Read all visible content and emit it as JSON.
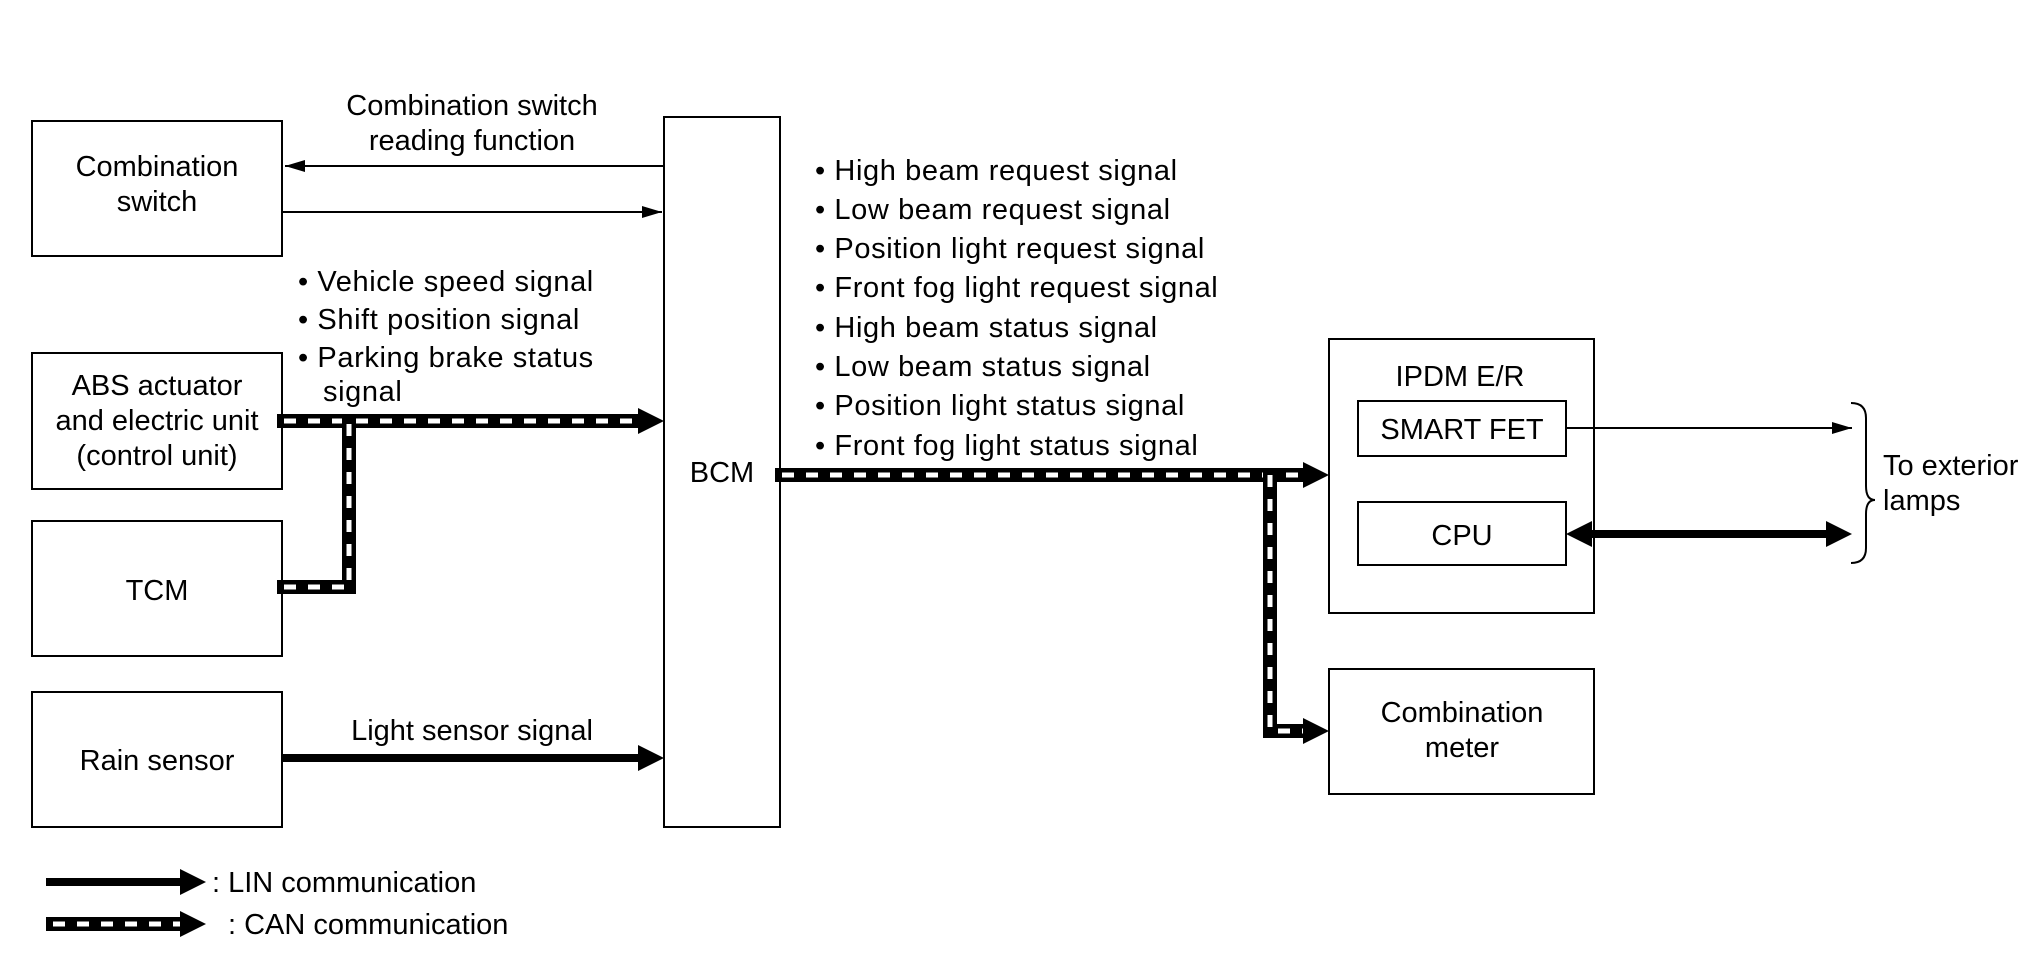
{
  "blocks": {
    "combination_switch": [
      "Combination",
      "switch"
    ],
    "abs": [
      "ABS actuator",
      "and electric unit",
      "(control unit)"
    ],
    "tcm": "TCM",
    "rain_sensor": "Rain sensor",
    "bcm": "BCM",
    "ipdm": "IPDM E/R",
    "smart_fet": "SMART FET",
    "cpu": "CPU",
    "combination_meter": [
      "Combination",
      "meter"
    ]
  },
  "labels": {
    "reading_function": [
      "Combination switch",
      "reading function"
    ],
    "light_sensor_signal": "Light sensor signal",
    "exterior_lamps": [
      "To exterior",
      "lamps"
    ]
  },
  "abs_signals": [
    "Vehicle speed signal",
    "Shift position signal",
    "Parking brake status",
    "signal"
  ],
  "bcm_signals": [
    "High beam request signal",
    "Low beam request signal",
    "Position light request signal",
    "Front fog light request signal",
    "High beam status signal",
    "Low beam status signal",
    "Position light status signal",
    "Front fog light status signal"
  ],
  "legend": {
    "lin": ": LIN communication",
    "can": ": CAN communication"
  }
}
